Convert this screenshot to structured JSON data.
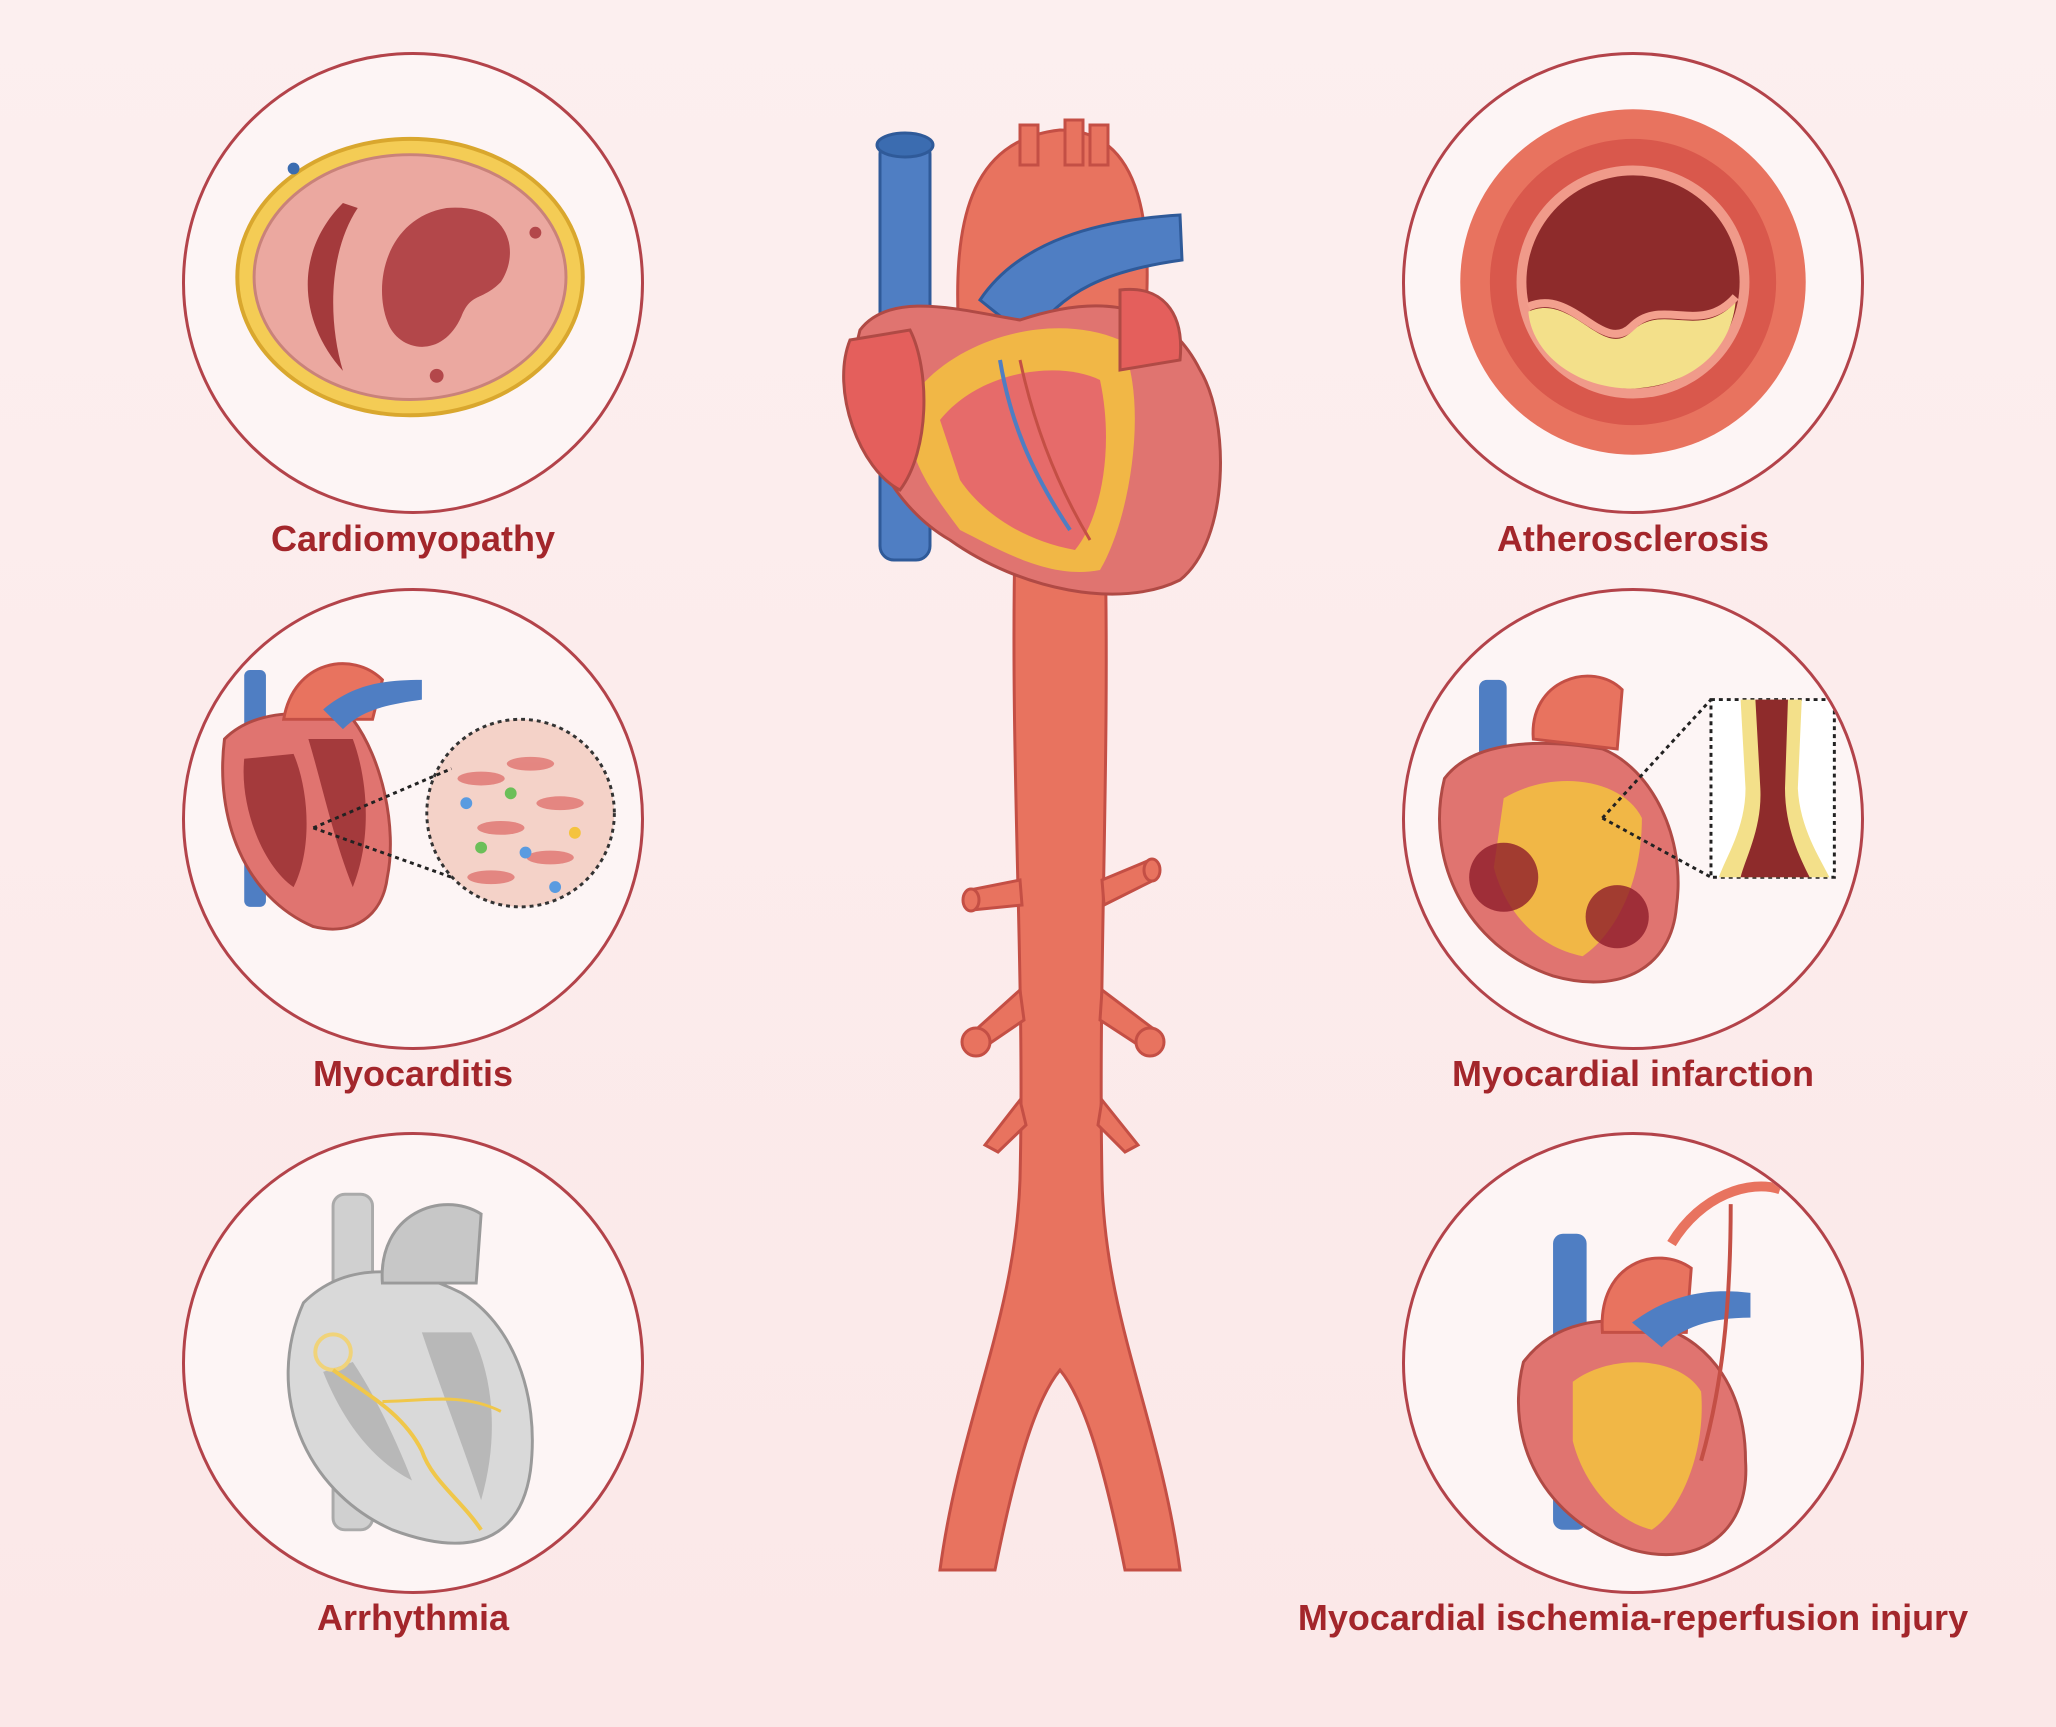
{
  "panels": {
    "cardiomyopathy": {
      "label": "Cardiomyopathy"
    },
    "myocarditis": {
      "label": "Myocarditis"
    },
    "arrhythmia": {
      "label": "Arrhythmia"
    },
    "atherosclerosis": {
      "label": "Atherosclerosis"
    },
    "myocardial_infarction": {
      "label": "Myocardial infarction"
    },
    "ischemia_reperfusion": {
      "label": "Myocardial ischemia-reperfusion injury"
    }
  },
  "colors": {
    "border": "#b3434a",
    "label": "#a3262b",
    "artery": "#e8735f",
    "vein": "#4f7ec3",
    "fat": "#f3c33e",
    "myocardium": "#e07470"
  }
}
